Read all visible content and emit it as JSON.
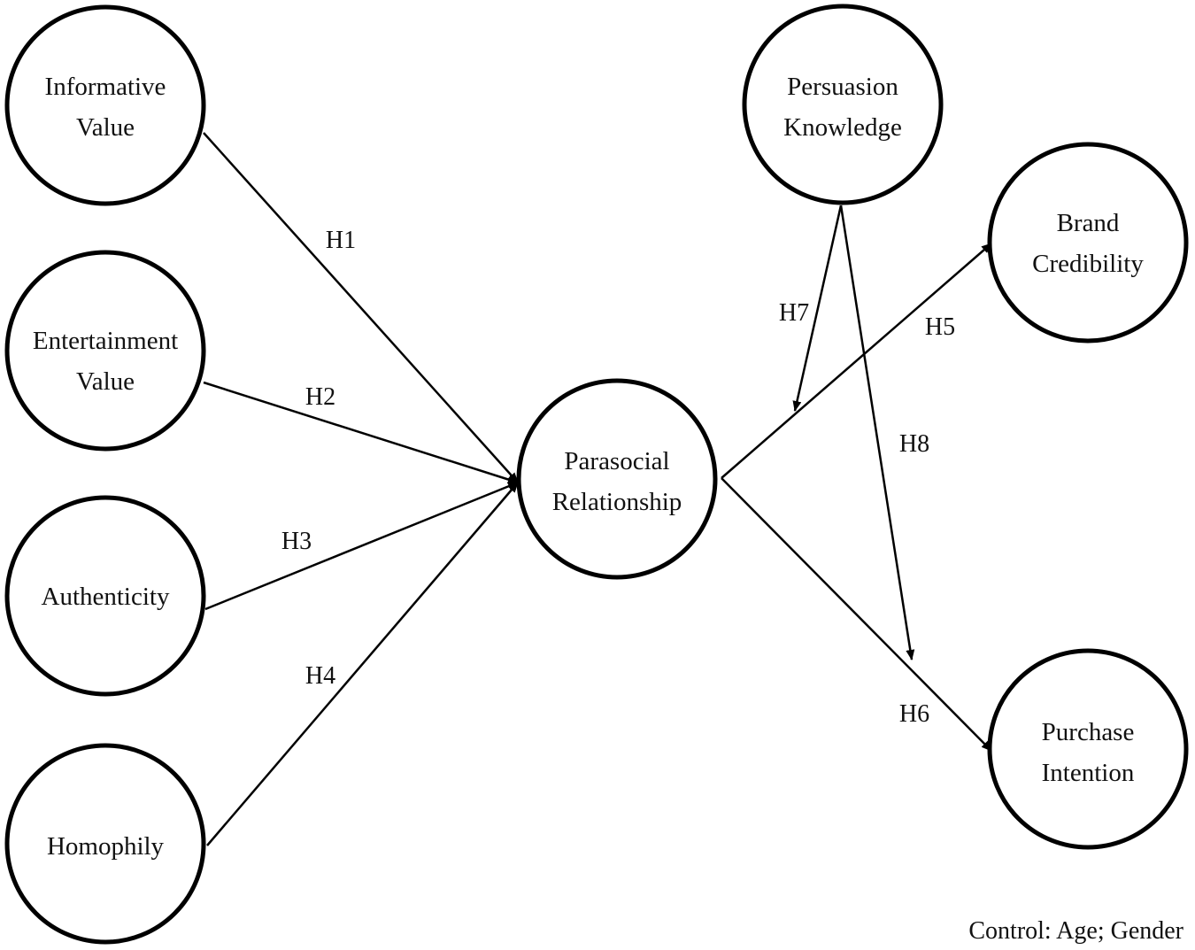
{
  "nodes": {
    "informative_value": [
      "Informative",
      "Value"
    ],
    "entertainment_value": [
      "Entertainment",
      "Value"
    ],
    "authenticity": [
      "Authenticity"
    ],
    "homophily": [
      "Homophily"
    ],
    "parasocial_relationship": [
      "Parasocial",
      "Relationship"
    ],
    "persuasion_knowledge": [
      "Persuasion",
      "Knowledge"
    ],
    "brand_credibility": [
      "Brand",
      "Credibility"
    ],
    "purchase_intention": [
      "Purchase",
      "Intention"
    ]
  },
  "edges": {
    "h1": "H1",
    "h2": "H2",
    "h3": "H3",
    "h4": "H4",
    "h5": "H5",
    "h6": "H6",
    "h7": "H7",
    "h8": "H8"
  },
  "footnote": "Control: Age; Gender"
}
